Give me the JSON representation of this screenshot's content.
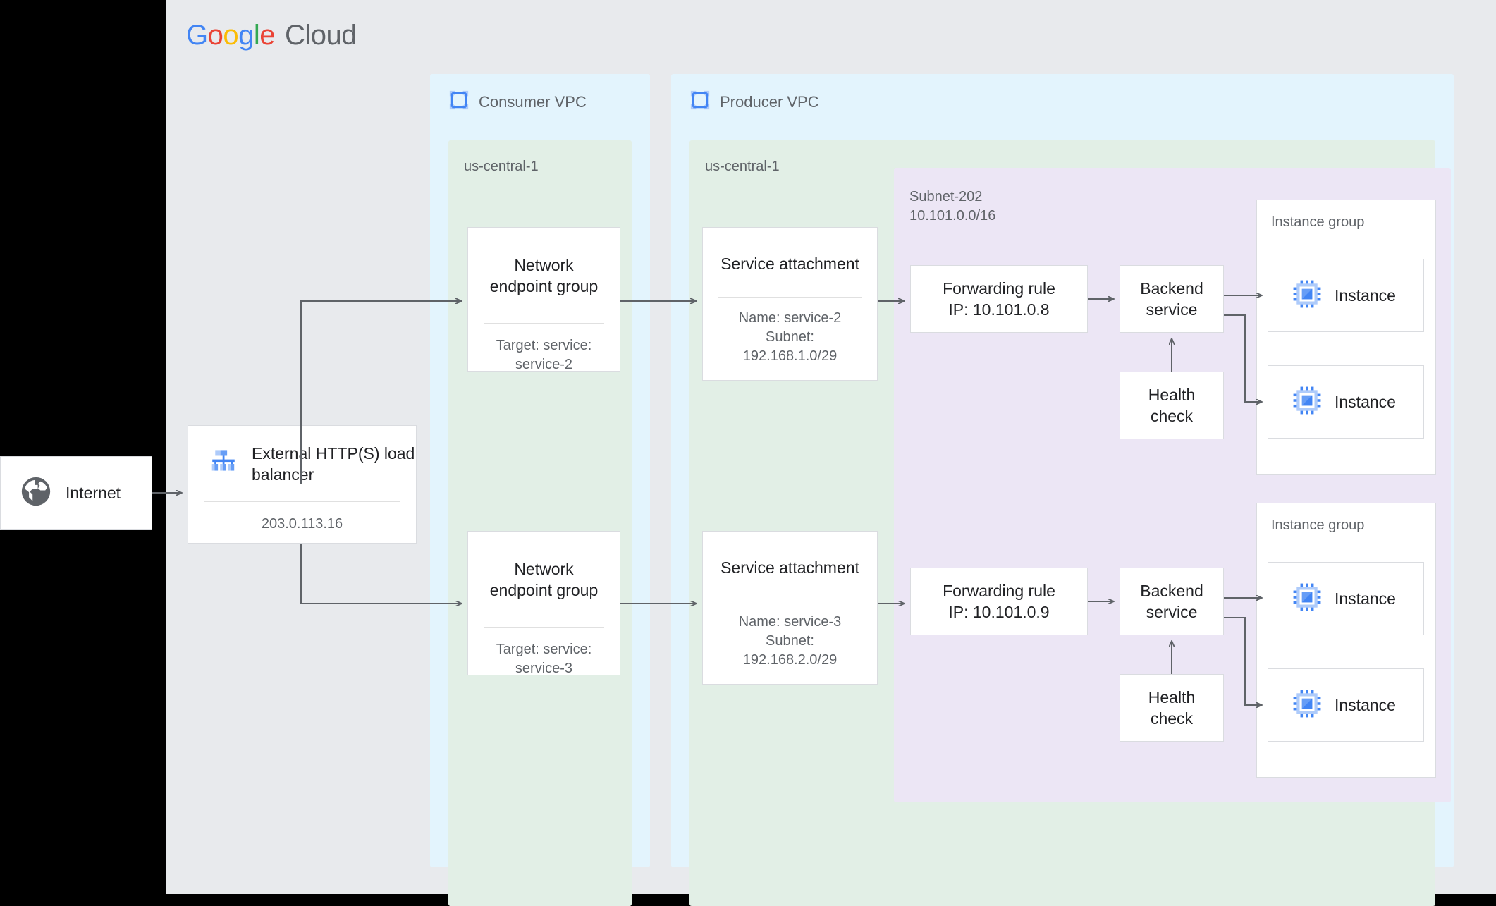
{
  "brand": {
    "google": [
      "G",
      "o",
      "o",
      "g",
      "l",
      "e"
    ],
    "cloud": "Cloud"
  },
  "internet": {
    "label": "Internet",
    "icon": "globe-icon"
  },
  "load_balancer": {
    "icon": "load-balancer-icon",
    "title": "External HTTP(S)\nload balancer",
    "ip": "203.0.113.16"
  },
  "consumer_vpc": {
    "icon": "vpc-icon",
    "title": "Consumer VPC",
    "region": "us-central-1",
    "negs": [
      {
        "title": "Network\nendpoint group",
        "sub": "Target: service:\nservice-2"
      },
      {
        "title": "Network\nendpoint group",
        "sub": "Target: service:\nservice-3"
      }
    ]
  },
  "producer_vpc": {
    "icon": "vpc-icon",
    "title": "Producer VPC",
    "region": "us-central-1",
    "service_attachments": [
      {
        "title": "Service attachment",
        "sub": "Name: service-2\nSubnet:\n192.168.1.0/29"
      },
      {
        "title": "Service attachment",
        "sub": "Name: service-3\nSubnet:\n192.168.2.0/29"
      }
    ],
    "subnet": {
      "label": "Subnet-202\n10.101.0.0/16",
      "stacks": [
        {
          "forwarding_rule": "Forwarding rule\nIP: 10.101.0.8",
          "backend_service": "Backend\nservice",
          "health_check": "Health\ncheck",
          "instance_group": {
            "label": "Instance group",
            "instances": [
              {
                "label": "Instance",
                "icon": "cpu-instance-icon"
              },
              {
                "label": "Instance",
                "icon": "cpu-instance-icon"
              }
            ]
          }
        },
        {
          "forwarding_rule": "Forwarding rule\nIP: 10.101.0.9",
          "backend_service": "Backend\nservice",
          "health_check": "Health\ncheck",
          "instance_group": {
            "label": "Instance group",
            "instances": [
              {
                "label": "Instance",
                "icon": "cpu-instance-icon"
              },
              {
                "label": "Instance",
                "icon": "cpu-instance-icon"
              }
            ]
          }
        }
      ]
    }
  },
  "colors": {
    "page_background": "#e8eaed",
    "vpc_fill": "#e3f4fd",
    "region_fill": "#e2efe6",
    "subnet_fill": "#ece6f5",
    "card_border": "#dadce0",
    "text_primary": "#202124",
    "text_secondary": "#5f6368",
    "edge": "#5f6368",
    "icon_blue": "#4285f4",
    "icon_blue_light": "#a8c7fa"
  }
}
